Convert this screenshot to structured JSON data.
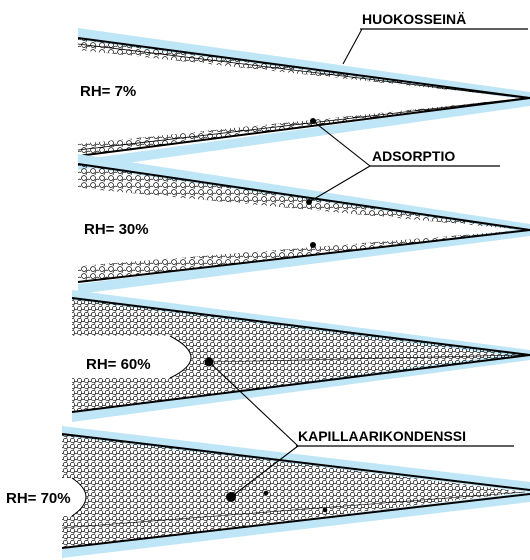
{
  "labels": {
    "pore_wall": "HUOKOSSEINÄ",
    "adsorption": "ADSORPTIO",
    "capillary_condensation": "KAPILLAARIKONDENSSI"
  },
  "panels": [
    {
      "rh_label": "RH= 7%",
      "fill": "adsorbed-layer"
    },
    {
      "rh_label": "RH= 30%",
      "fill": "thick-adsorbed-layer"
    },
    {
      "rh_label": "RH= 60%",
      "fill": "partial-condensation"
    },
    {
      "rh_label": "RH= 70%",
      "fill": "near-full-condensation"
    }
  ],
  "colors": {
    "wall": "#bfe6f6",
    "line": "#000000",
    "particle": "#000000",
    "background": "#ffffff"
  }
}
